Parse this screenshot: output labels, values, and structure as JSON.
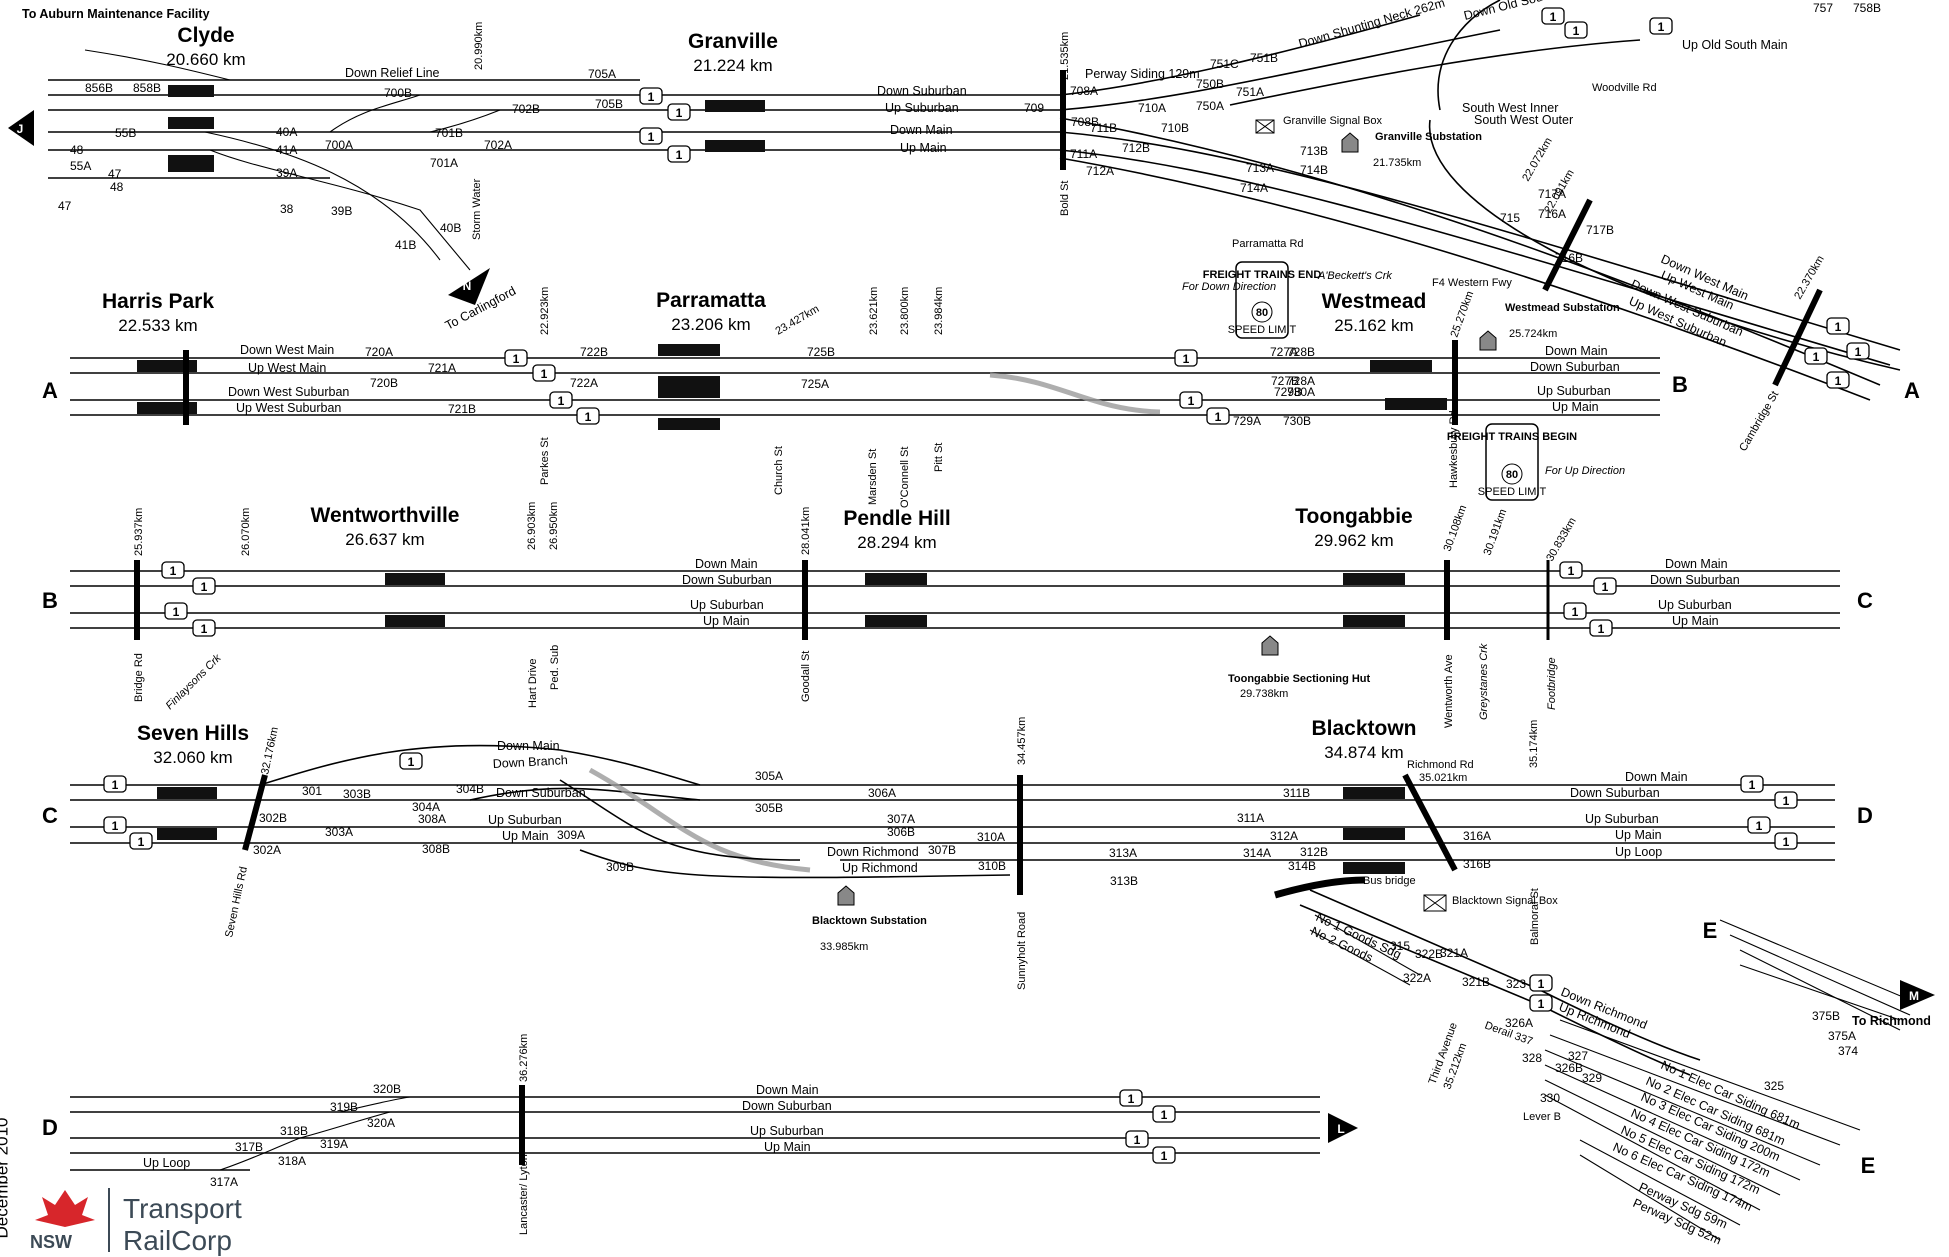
{
  "stations": [
    {
      "id": "clyde",
      "name": "Clyde",
      "km": "20.660 km"
    },
    {
      "id": "granville",
      "name": "Granville",
      "km": "21.224 km"
    },
    {
      "id": "harris-park",
      "name": "Harris Park",
      "km": "22.533 km"
    },
    {
      "id": "parramatta",
      "name": "Parramatta",
      "km": "23.206 km"
    },
    {
      "id": "westmead",
      "name": "Westmead",
      "km": "25.162 km"
    },
    {
      "id": "wentworthville",
      "name": "Wentworthville",
      "km": "26.637 km"
    },
    {
      "id": "pendle-hill",
      "name": "Pendle Hill",
      "km": "28.294 km"
    },
    {
      "id": "toongabbie",
      "name": "Toongabbie",
      "km": "29.962 km"
    },
    {
      "id": "seven-hills",
      "name": "Seven Hills",
      "km": "32.060 km"
    },
    {
      "id": "blacktown",
      "name": "Blacktown",
      "km": "34.874 km"
    }
  ],
  "section_letters": {
    "J": "J",
    "A": "A",
    "B": "B",
    "C": "C",
    "D": "D",
    "E": "E",
    "L": "L",
    "M": "M",
    "N": "N"
  },
  "lines": {
    "down_relief": "Down Relief Line",
    "down_suburban": "Down Suburban",
    "up_suburban": "Up Suburban",
    "down_main": "Down Main",
    "up_main": "Up Main",
    "down_west_main": "Down West Main",
    "up_west_main": "Up West Main",
    "down_west_suburban": "Down West Suburban",
    "up_west_suburban": "Up West Suburban",
    "down_branch": "Down Branch",
    "down_richmond": "Down Richmond",
    "up_richmond": "Up Richmond",
    "up_loop": "Up Loop",
    "down_shunting_neck": "Down Shunting Neck 262m",
    "down_old_south": "Down Old Sou",
    "up_old_south": "Up Old South Main",
    "perway_siding": "Perway Siding 129m",
    "south_west_inner": "South West Inner",
    "south_west_outer": "South West Outer",
    "no1_goods": "No 1 Goods Sdg",
    "no2_goods": "No 2 Goods",
    "no1_elec": "No 1 Elec Car Siding 681m",
    "no2_elec": "No 2 Elec Car Siding 681m",
    "no3_elec": "No 3 Elec Car Siding 200m",
    "no4_elec": "No 4 Elec Car Siding 172m",
    "no5_elec": "No 5 Elec Car Siding 172m",
    "no6_elec": "No 6 Elec Car Siding 174m",
    "perway_59": "Perway Sdg 59m",
    "perway_52": "Perway Sdg 52m"
  },
  "places": {
    "to_auburn": "To Auburn Maintenance Facility",
    "to_carlingford": "To Carlingford",
    "to_richmond": "To Richmond",
    "storm_water": "Storm Water",
    "km_20990": "20.990km",
    "bold_st": "Bold St",
    "km_21535": "21.535km",
    "woodville_rd": "Woodville Rd",
    "granville_sb": "Granville Signal Box",
    "granville_sub": "Granville Substation",
    "granville_sub_km": "21.735km",
    "parramatta_rd": "Parramatta Rd",
    "abecketts": "A'Beckett's Crk",
    "f4": "F4 Western Fwy",
    "cambridge_st": "Cambridge St",
    "km_22072": "22.072km",
    "km_22091": "22.091km",
    "km_22370": "22.370km",
    "westmead_sub": "Westmead Substation",
    "westmead_sub_km": "25.724km",
    "hawkesbury_rd": "Hawkesbury Rd",
    "km_25270": "25.270km",
    "parkes_st": "Parkes St",
    "church_st": "Church St",
    "marsden_st": "Marsden St",
    "oconnell_st": "O'Connell St",
    "pitt_st": "Pitt St",
    "km_22923": "22.923km",
    "km_23427": "23.427km",
    "km_23621": "23.621km",
    "km_23800": "23.800km",
    "km_23984": "23.984km",
    "bridge_rd": "Bridge Rd",
    "km_25937": "25.937km",
    "finlaysons": "Finlaysons Crk",
    "km_26070": "26.070km",
    "hart_drive": "Hart Drive",
    "ped_sub": "Ped. Sub",
    "km_26903": "26.903km",
    "km_26950": "26.950km",
    "goodall_st": "Goodall St",
    "km_28041": "28.041km",
    "toongabbie_hut": "Toongabbie Sectioning Hut",
    "toongabbie_hut_km": "29.738km",
    "wentworth_ave": "Wentworth Ave",
    "km_30108": "30.108km",
    "greystanes": "Greystanes Crk",
    "km_30191": "30.191km",
    "footbridge": "Footbridge",
    "km_30833": "30.833km",
    "seven_hills_rd": "Seven Hills Rd",
    "km_32176": "32.176km",
    "blacktown_sub": "Blacktown Substation",
    "blacktown_sub_km": "33.985km",
    "sunnyholt": "Sunnyholt Road",
    "km_34457": "34.457km",
    "richmond_rd": "Richmond Rd",
    "richmond_rd_km": "35.021km",
    "km_35174": "35.174km",
    "bus_bridge": "Bus bridge",
    "blacktown_sb": "Blacktown Signal Box",
    "balmoral": "Balmoral St",
    "third_ave": "Third Avenue",
    "third_ave_km": "35.212km",
    "derail": "Derail 337",
    "lever_b": "Lever B",
    "lancaster": "Lancaster/ Lyton",
    "km_36276": "36.276km"
  },
  "freight": {
    "end_title": "FREIGHT TRAINS END",
    "begin_title": "FREIGHT TRAINS BEGIN",
    "speed": "80",
    "speed_label": "SPEED LIMIT",
    "down_dir": "For Down Direction",
    "up_dir": "For Up Direction"
  },
  "footer": {
    "date": "December 2010",
    "org_line1": "Transport",
    "org_line2": "RailCorp",
    "nsw": "NSW"
  },
  "colors": {
    "track": "#000000",
    "crossover_grey": "#9a9a9a",
    "logo_red": "#d7262b",
    "logo_grey": "#3c4a56"
  }
}
